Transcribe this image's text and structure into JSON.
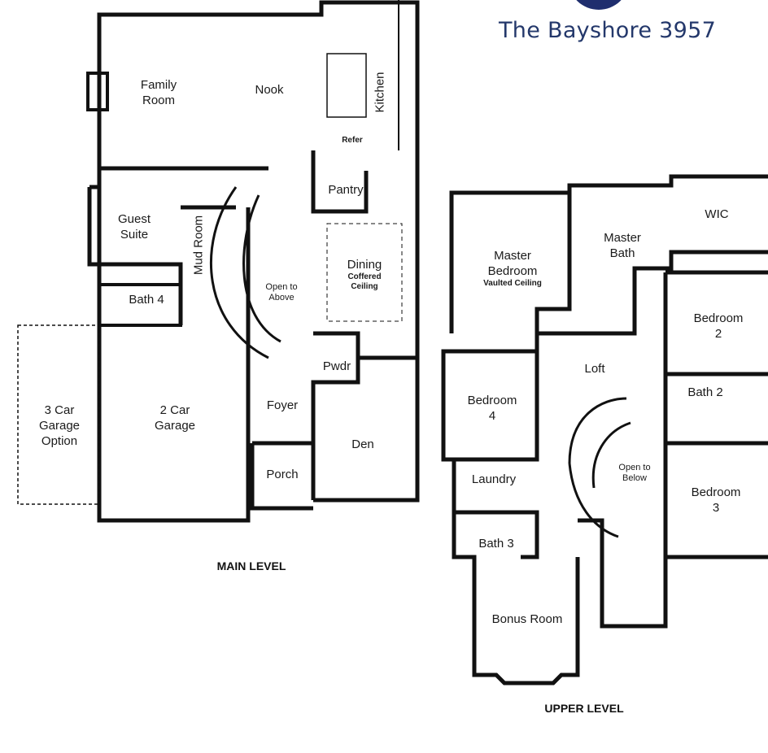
{
  "title": "The Bayshore 3957",
  "colors": {
    "brand": "#1f2e6e",
    "title": "#24386b",
    "wall": "#111111"
  },
  "main_level": {
    "label": "MAIN LEVEL",
    "rooms": {
      "family_room": "Family\nRoom",
      "nook": "Nook",
      "kitchen": "Kitchen",
      "refer": "Refer",
      "pantry": "Pantry",
      "guest_suite": "Guest\nSuite",
      "mud_room": "Mud Room",
      "dining": "Dining",
      "dining_note": "Coffered\nCeiling",
      "open_to_above": "Open to\nAbove",
      "bath4": "Bath 4",
      "pwdr": "Pwdr",
      "garage3": "3 Car\nGarage\nOption",
      "garage2": "2 Car\nGarage",
      "foyer": "Foyer",
      "den": "Den",
      "porch": "Porch"
    }
  },
  "upper_level": {
    "label": "UPPER LEVEL",
    "rooms": {
      "master_bedroom": "Master\nBedroom",
      "master_note": "Vaulted Ceiling",
      "master_bath": "Master\nBath",
      "wic": "WIC",
      "bedroom2": "Bedroom\n2",
      "loft": "Loft",
      "bedroom4": "Bedroom\n4",
      "bath2": "Bath 2",
      "open_to_below": "Open to\nBelow",
      "bedroom3": "Bedroom\n3",
      "laundry": "Laundry",
      "bath3": "Bath 3",
      "bonus_room": "Bonus Room"
    }
  }
}
